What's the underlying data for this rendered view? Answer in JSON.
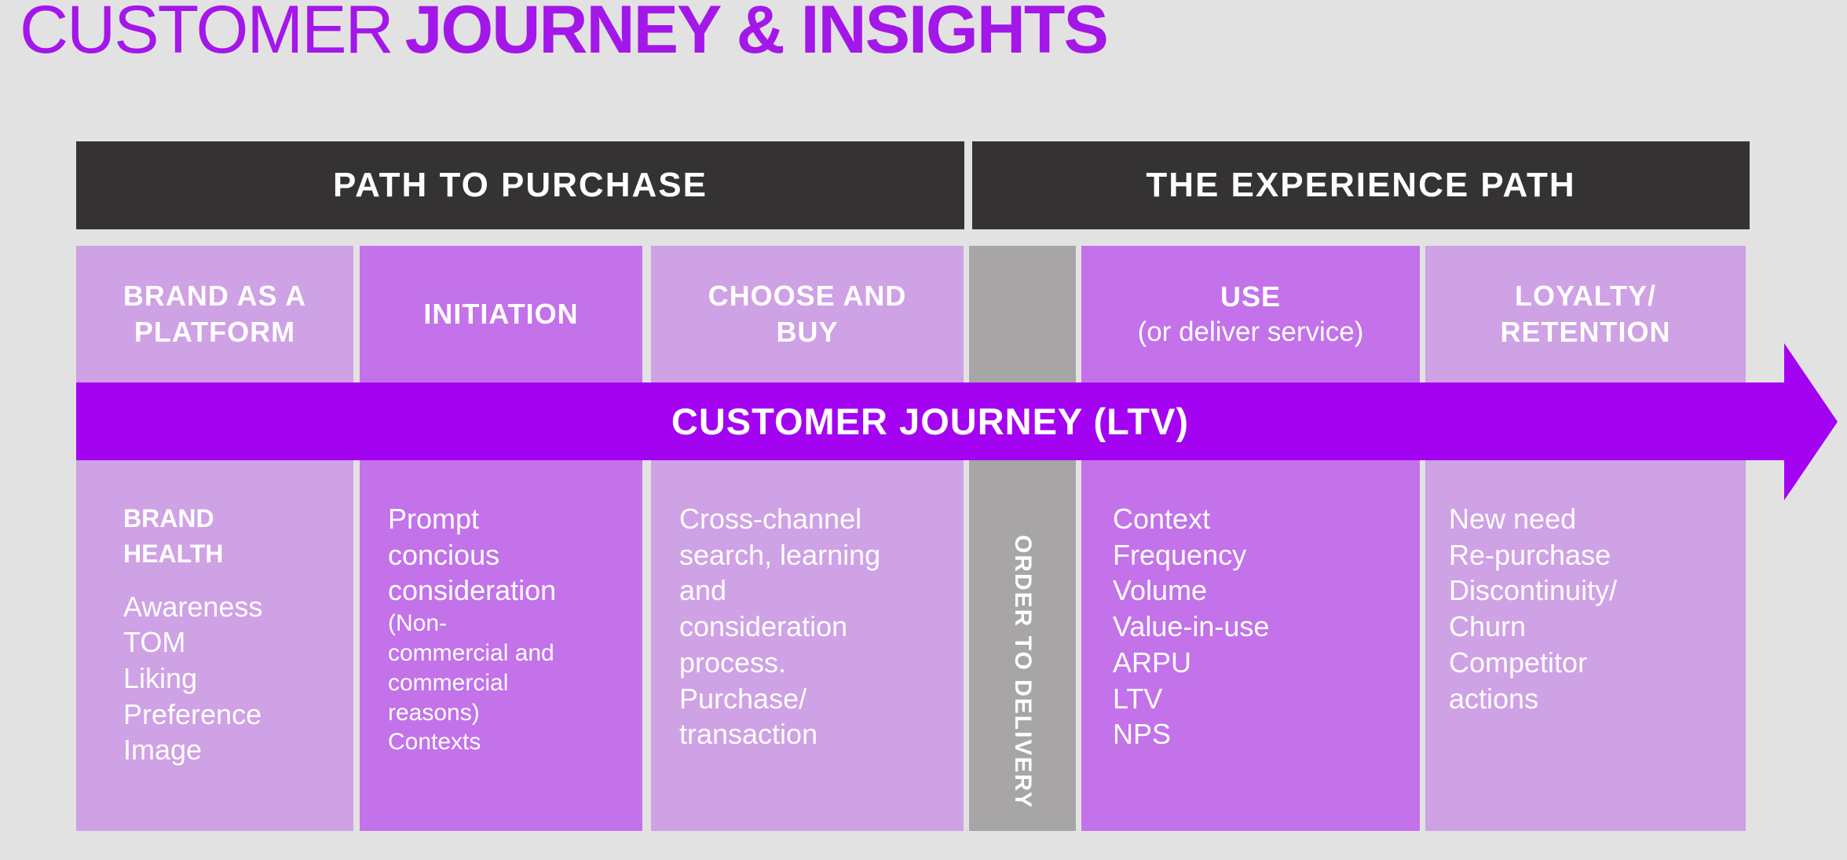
{
  "title": {
    "prefix": "CUSTOMER",
    "emphasis": "JOURNEY & INSIGHTS"
  },
  "phases": [
    {
      "label": "PATH TO PURCHASE"
    },
    {
      "label": "THE EXPERIENCE PATH"
    }
  ],
  "band": {
    "label": "CUSTOMER JOURNEY (LTV)"
  },
  "divider": {
    "label": "ORDER TO DELIVERY"
  },
  "columns": [
    {
      "header": "BRAND AS A\nPLATFORM",
      "body_heading": "BRAND\nHEALTH",
      "body_main": "Awareness\nTOM\nLiking\nPreference\nImage"
    },
    {
      "header": "INITIATION",
      "body_main": "Prompt\nconcious\nconsideration",
      "body_small": "(Non-\ncommercial and\ncommercial\nreasons)\nContexts"
    },
    {
      "header": "CHOOSE AND\nBUY",
      "body_main": "Cross-channel\nsearch, learning\nand\nconsideration\nprocess.\nPurchase/\ntransaction"
    },
    {
      "header": "USE",
      "header_sub": "(or deliver service)",
      "body_main": "Context\nFrequency\nVolume\nValue-in-use\nARPU\nLTV\nNPS"
    },
    {
      "header": "LOYALTY/\nRETENTION",
      "body_main": "New need\nRe-purchase\nDiscontinuity/\nChurn\nCompetitor\nactions"
    }
  ],
  "colors": {
    "background": "#E3E2E2",
    "phase_bar": "#343233",
    "column_light": "#CFA1E5",
    "column_dark": "#C372EA",
    "band": "#A303F0",
    "divider": "#A7A5A6",
    "title": "#A317E9",
    "text_on_fill": "#FFFFFF"
  }
}
